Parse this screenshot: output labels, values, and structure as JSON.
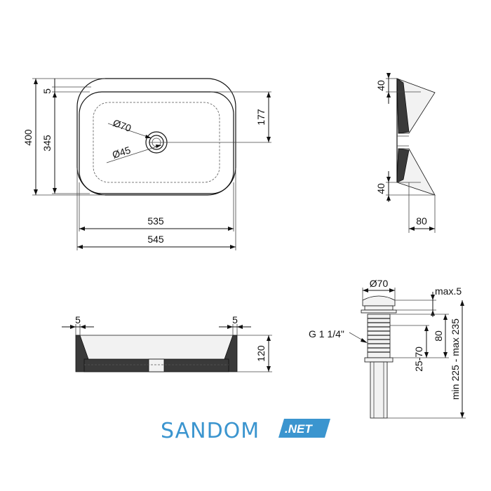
{
  "top_view": {
    "width_outer": "545",
    "width_inner": "535",
    "height_outer": "400",
    "height_inner": "345",
    "rim": "5",
    "center_offset": "177",
    "drain_outer": "Ø70",
    "drain_inner": "Ø45"
  },
  "side_view": {
    "top_depth": "40",
    "bottom_depth": "40",
    "base_width": "80"
  },
  "front_view": {
    "left_rim": "5",
    "right_rim": "5",
    "height": "120"
  },
  "drain_view": {
    "cap_diameter": "Ø70",
    "max_gap": "max.5",
    "thread": "G 1 1/4\"",
    "thread_length": "80",
    "adjust_range": "25-70",
    "total_length": "min 225 - max 235"
  },
  "logo": {
    "brand": "SANDOM",
    "suffix": ".NET",
    "brand_color": "#3b95cf"
  }
}
